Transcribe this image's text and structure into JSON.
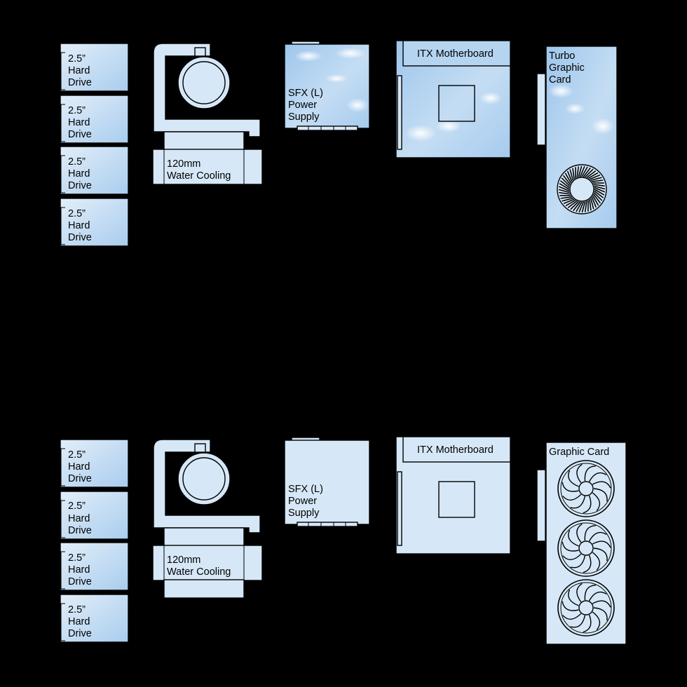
{
  "colors": {
    "background": "#000000",
    "component_fill": "#d6e8f7",
    "sky_blue": "#a9cdee",
    "outline": "#000000"
  },
  "top": {
    "drives": [
      {
        "line1": "2.5”",
        "line2": "Hard",
        "line3": "Drive"
      },
      {
        "line1": "2.5”",
        "line2": "Hard",
        "line3": "Drive"
      },
      {
        "line1": "2.5”",
        "line2": "Hard",
        "line3": "Drive"
      },
      {
        "line1": "2.5”",
        "line2": "Hard",
        "line3": "Drive"
      }
    ],
    "cooler": {
      "line1": "120mm",
      "line2": "Water Cooling"
    },
    "psu": {
      "line1": "SFX (L)",
      "line2": "Power",
      "line3": "Supply"
    },
    "motherboard": {
      "label": "ITX Motherboard"
    },
    "gpu": {
      "line1": "Turbo",
      "line2": "Graphic",
      "line3": "Card"
    }
  },
  "bottom": {
    "drives": [
      {
        "line1": "2.5”",
        "line2": "Hard",
        "line3": "Drive"
      },
      {
        "line1": "2.5”",
        "line2": "Hard",
        "line3": "Drive"
      },
      {
        "line1": "2.5”",
        "line2": "Hard",
        "line3": "Drive"
      },
      {
        "line1": "2.5”",
        "line2": "Hard",
        "line3": "Drive"
      }
    ],
    "cooler": {
      "line1": "120mm",
      "line2": "Water Cooling"
    },
    "psu": {
      "line1": "SFX (L)",
      "line2": "Power",
      "line3": "Supply"
    },
    "motherboard": {
      "label": "ITX Motherboard"
    },
    "gpu": {
      "line1": "Graphic Card"
    }
  }
}
